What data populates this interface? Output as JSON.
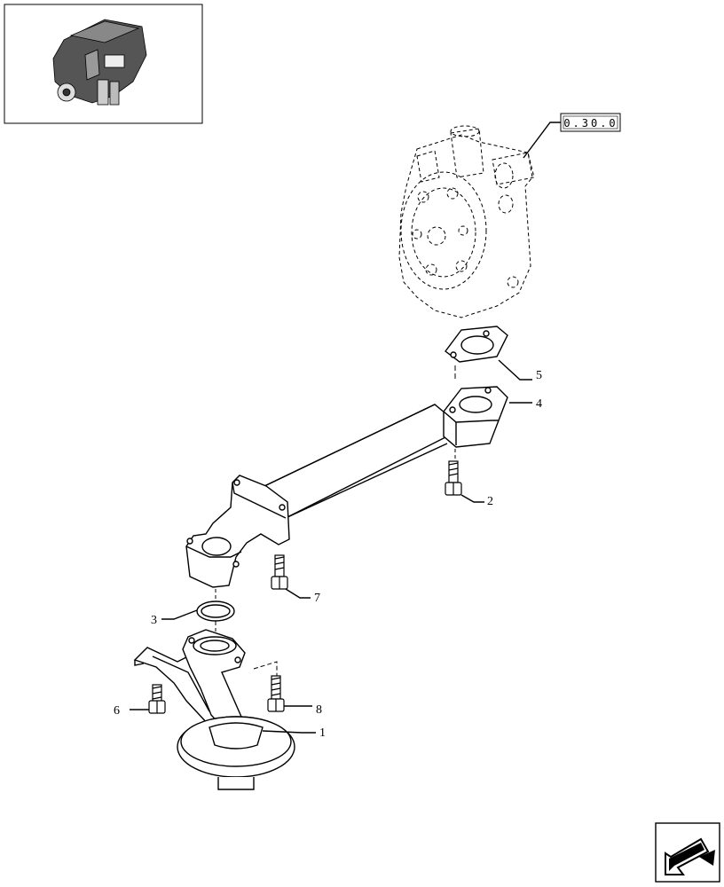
{
  "reference_box": "0.30.0",
  "callouts": {
    "c1": "1",
    "c2": "2",
    "c3": "3",
    "c4": "4",
    "c5": "5",
    "c6": "6",
    "c7": "7",
    "c8": "8"
  },
  "icons": {
    "thumbnail": "engine-thumbnail-icon",
    "navigation": "next-page-arrow-icon"
  },
  "colors": {
    "line": "#000000",
    "background": "#ffffff"
  }
}
